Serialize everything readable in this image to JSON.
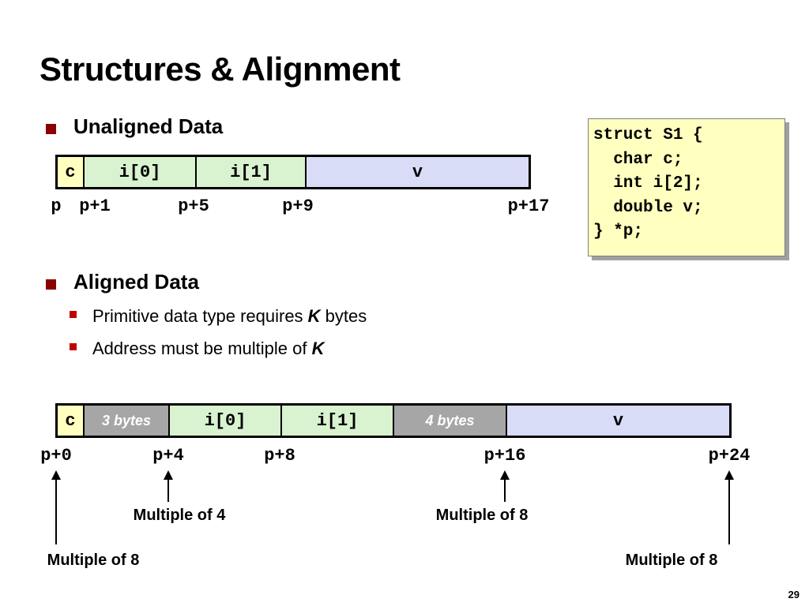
{
  "title": "Structures & Alignment",
  "unaligned": {
    "heading": "Unaligned Data",
    "cells": [
      {
        "label": "c",
        "style": "y"
      },
      {
        "label": "i[0]",
        "style": "g"
      },
      {
        "label": "i[1]",
        "style": "g"
      },
      {
        "label": "v",
        "style": "b"
      }
    ],
    "addresses": [
      "p",
      "p+1",
      "p+5",
      "p+9",
      "p+17"
    ]
  },
  "code": {
    "lines": [
      "struct S1 {",
      "  char c;",
      "  int i[2];",
      "  double v;",
      "} *p;"
    ]
  },
  "aligned": {
    "heading": "Aligned Data",
    "sub1_pre": "Primitive data type requires ",
    "sub1_k": "K",
    "sub1_post": " bytes",
    "sub2_pre": "Address must be multiple of ",
    "sub2_k": "K",
    "cells": [
      {
        "label": "c",
        "style": "y"
      },
      {
        "label": "3 bytes",
        "style": "pad"
      },
      {
        "label": "i[0]",
        "style": "g"
      },
      {
        "label": "i[1]",
        "style": "g"
      },
      {
        "label": "4 bytes",
        "style": "pad"
      },
      {
        "label": "v",
        "style": "b"
      }
    ],
    "addresses": [
      "p+0",
      "p+4",
      "p+8",
      "p+16",
      "p+24"
    ],
    "annotations": [
      "Multiple of 8",
      "Multiple of 4",
      "Multiple of 8",
      "Multiple of 8"
    ]
  },
  "page_number": "29",
  "colors": {
    "char_fill": "#ffffc0",
    "int_fill": "#d9f2d0",
    "double_fill": "#d9dcf7",
    "padding_fill": "#a6a6a6",
    "bullet": "#8b0000"
  }
}
